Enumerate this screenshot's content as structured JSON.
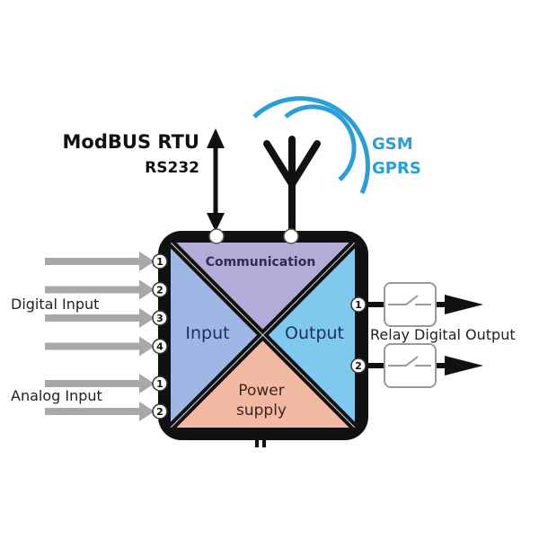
{
  "comm_protocol": "ModBUS RTU",
  "comm_interface": "RS232",
  "wireless": [
    "GSM",
    "GPRS"
  ],
  "sections": {
    "communication": "Communication",
    "input": "Input",
    "output": "Output",
    "power_line1": "Power",
    "power_line2": "supply"
  },
  "digital_input_label": "Digital Input",
  "analog_input_label": "Analog Input",
  "relay_output_label": "Relay Digital Output",
  "digital_inputs": [
    "1",
    "2",
    "3",
    "4"
  ],
  "analog_inputs": [
    "1",
    "2"
  ],
  "relay_outputs": [
    "1",
    "2"
  ],
  "colors": {
    "communication": "#b3acd9",
    "input": "#9fb7e6",
    "output": "#7fc8ee",
    "power": "#f3b9a3",
    "wireless": "#2a9fd6",
    "input_arrow": "#a8a8a8"
  }
}
